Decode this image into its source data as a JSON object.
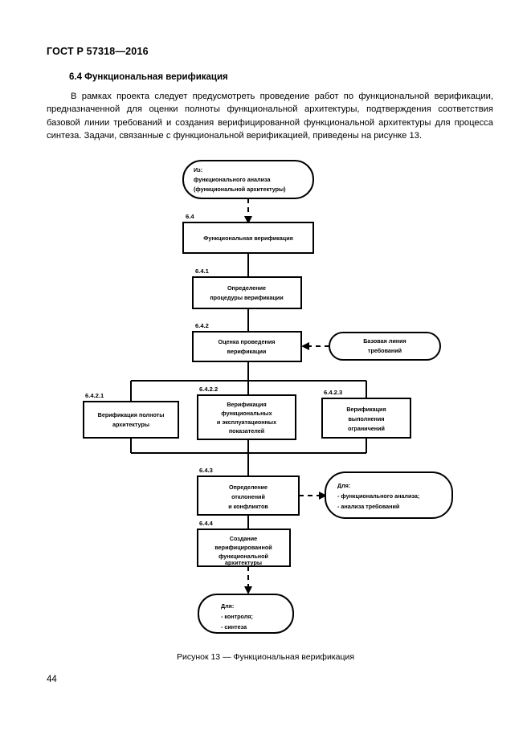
{
  "document": {
    "standard_header": "ГОСТ Р 57318—2016",
    "section_title": "6.4 Функциональная верификация",
    "paragraph": "В рамках проекта следует предусмотреть проведение работ по функциональной верификации, предназначенной для оценки полноты функциональной архитектуры, подтверждения соответствия базовой линии требований и создания верифицированной функциональной архитектуры для процесса синтеза. Задачи, связанные с функциональной верификацией, приведены на рисунке 13.",
    "figure_caption": "Рисунок 13 — Функциональная верификация",
    "page_number": "44"
  },
  "figure": {
    "nodes": {
      "source": {
        "shape": "stadium",
        "lines": [
          "Из:",
          "функционального анализа",
          "(функциональной архитектуры)"
        ],
        "align": "left"
      },
      "main": {
        "number": "6.4",
        "shape": "rect",
        "lines": [
          "Функциональная верификация"
        ],
        "align": "center"
      },
      "step1": {
        "number": "6.4.1",
        "shape": "rect",
        "lines": [
          "Определение",
          "процедуры верификации"
        ],
        "align": "center"
      },
      "step2": {
        "number": "6.4.2",
        "shape": "rect",
        "lines": [
          "Оценка проведения",
          "верификации"
        ],
        "align": "center"
      },
      "baseline": {
        "shape": "stadium",
        "lines": [
          "Базовая линия",
          "требований"
        ],
        "align": "center"
      },
      "step2_1": {
        "number": "6.4.2.1",
        "shape": "rect",
        "lines": [
          "Верификация полноты",
          "архитектуры"
        ],
        "align": "center"
      },
      "step2_2": {
        "number": "6.4.2.2",
        "shape": "rect",
        "lines": [
          "Верификация",
          "функциональных",
          "и эксплуатационных",
          "показателей"
        ],
        "align": "center"
      },
      "step2_3": {
        "number": "6.4.2.3",
        "shape": "rect",
        "lines": [
          "Верификация",
          "выполнения",
          "ограничений"
        ],
        "align": "center"
      },
      "step3": {
        "number": "6.4.3",
        "shape": "rect",
        "lines": [
          "Определение",
          "отклонений",
          "и конфликтов"
        ],
        "align": "center"
      },
      "for_analysis": {
        "shape": "stadium",
        "lines": [
          "Для:",
          "- функционального анализа;",
          "- анализа требований"
        ],
        "align": "left"
      },
      "step4": {
        "number": "6.4.4",
        "shape": "rect",
        "lines": [
          "Создание",
          "верифицированной",
          "функциональной",
          "архитектуры"
        ],
        "align": "center"
      },
      "target": {
        "shape": "stadium",
        "lines": [
          "Для:",
          "- контроля;",
          "- синтеза"
        ],
        "align": "left"
      }
    }
  },
  "colors": {
    "page_background": "#ffffff",
    "ink": "#000000"
  }
}
